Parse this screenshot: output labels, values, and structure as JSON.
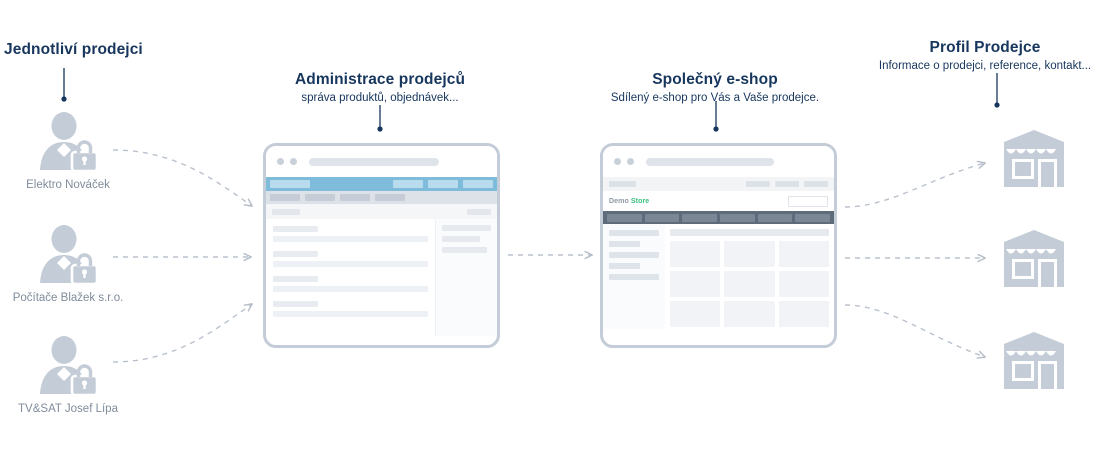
{
  "palette": {
    "heading": "#17365d",
    "seller_label": "#7f8c9b",
    "icon_fill": "#c3ccd7",
    "wire": "#b9c2cc",
    "admin_nav": "#7fbcdb",
    "shop_nav": "#5e6b7a",
    "brand_accent": "#39c07e",
    "window_border": "#c3ccd7",
    "background": "#ffffff"
  },
  "sections": {
    "sellers": {
      "title": "Jednotliví prodejci",
      "items": [
        {
          "name": "Elektro Nováček",
          "icon": "user-lock-icon"
        },
        {
          "name": "Počítače Blažek s.r.o.",
          "icon": "user-lock-icon"
        },
        {
          "name": "TV&SAT Josef Lípa",
          "icon": "user-lock-icon"
        }
      ]
    },
    "admin": {
      "title": "Administrace prodejců",
      "subtitle": "správa produktů, objednávek...",
      "window": {
        "chrome": {
          "dots": 2,
          "urlbar": "address-bar"
        },
        "nav_items": 3,
        "subnav_items": 4,
        "list_rows": 4,
        "side_blocks": 3
      }
    },
    "eshop": {
      "title": "Společný e-shop",
      "subtitle": "Sdílený e-shop pro Vás a Vaše prodejce.",
      "window": {
        "chrome": {
          "dots": 2,
          "urlbar": "address-bar"
        },
        "topbar_items": 3,
        "brand_first": "Demo",
        "brand_second": "Store",
        "search_placeholder": "",
        "nav_items": 6,
        "side_blocks": 5,
        "grid_cells": 9
      }
    },
    "profiles": {
      "title": "Profil Prodejce",
      "subtitle": "Informace o prodejci, reference, kontakt...",
      "items": [
        {
          "icon": "storefront-icon"
        },
        {
          "icon": "storefront-icon"
        },
        {
          "icon": "storefront-icon"
        }
      ]
    }
  }
}
